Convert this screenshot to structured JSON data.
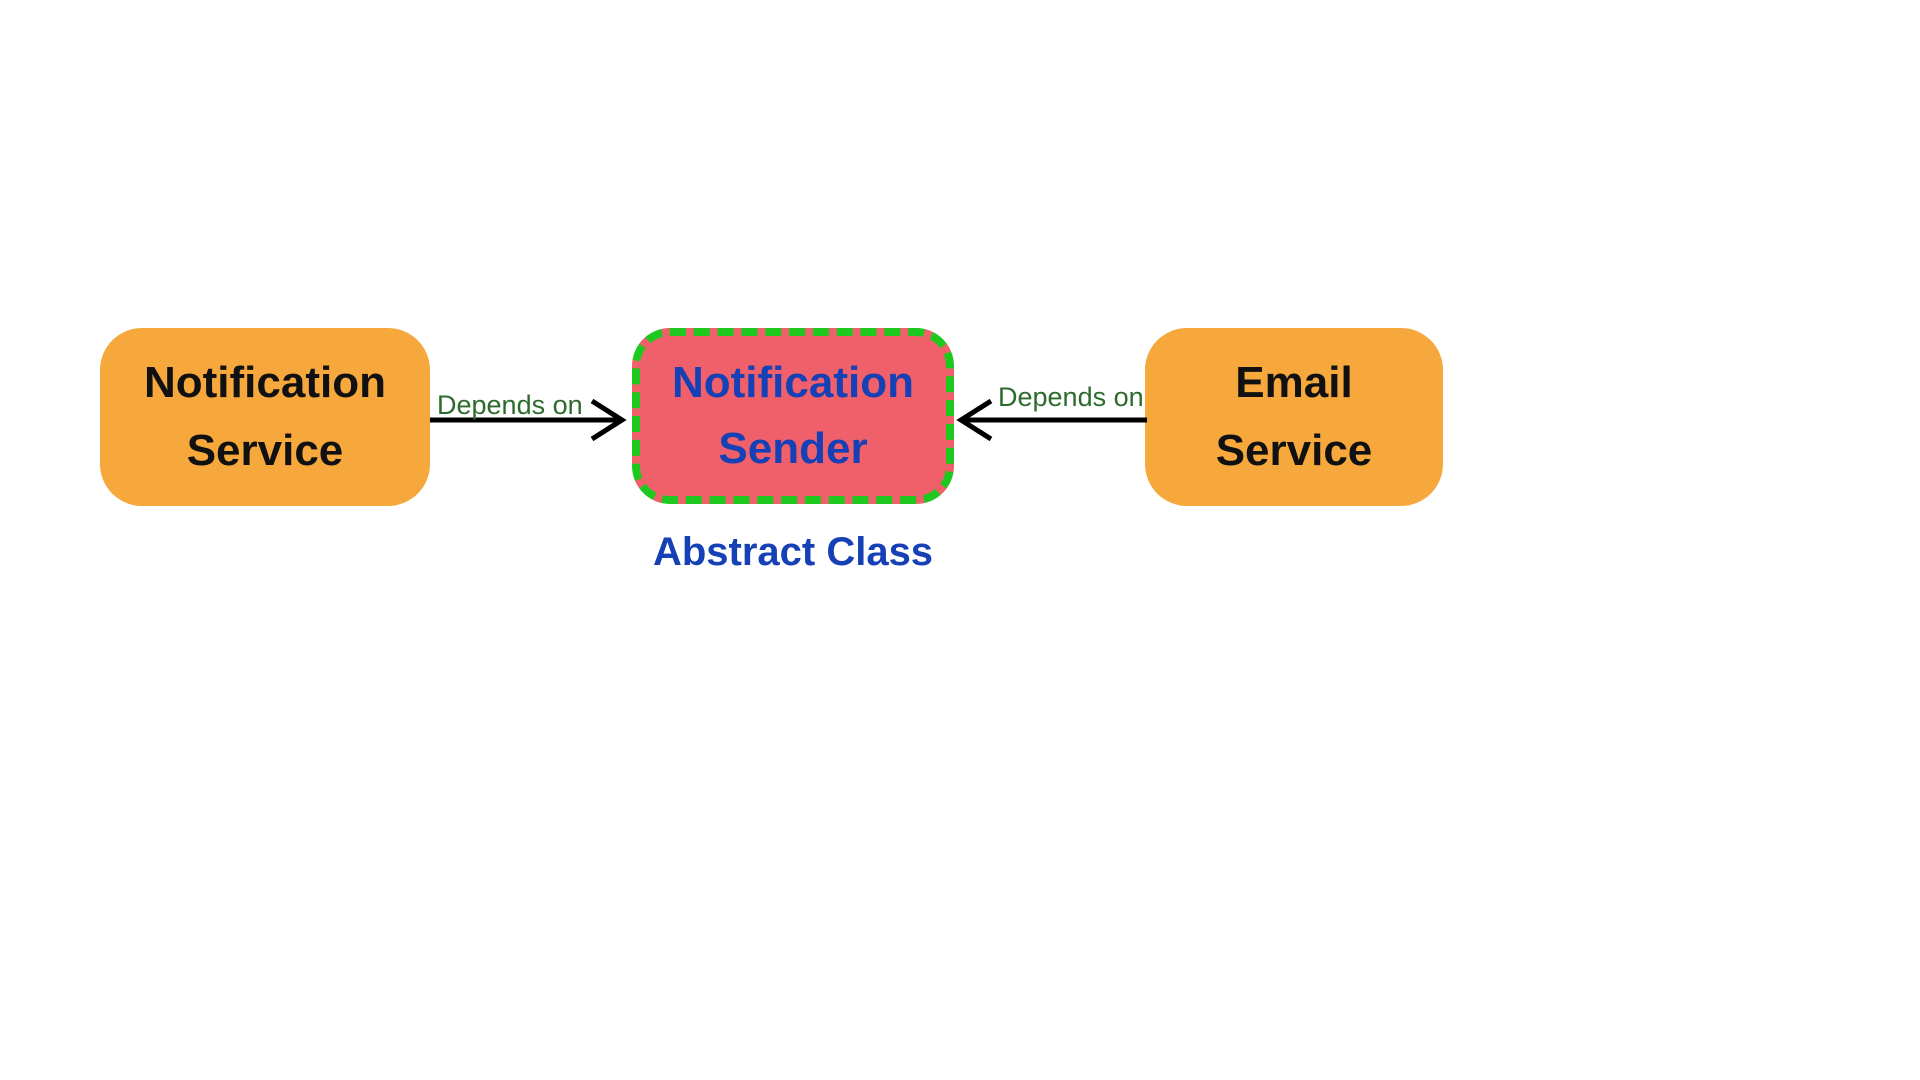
{
  "diagram": {
    "nodes": {
      "notification_service": {
        "label": "Notification Service"
      },
      "notification_sender": {
        "label": "Notification Sender",
        "annotation": "Abstract Class"
      },
      "email_service": {
        "label": "Email Service"
      }
    },
    "edges": {
      "left": {
        "label": "Depends on",
        "direction": "left-to-center"
      },
      "right": {
        "label": "Depends on",
        "direction": "right-to-center"
      }
    },
    "colors": {
      "node_orange": "#F6A83C",
      "node_red_fill": "#F0606A",
      "node_dashed_border_green": "#1EC81E",
      "node_text_blue": "#1640B5",
      "node_text_black": "#111111",
      "edge_label_green": "#2D6B2D",
      "arrow_black": "#000000",
      "background": "#FFFFFF"
    }
  }
}
